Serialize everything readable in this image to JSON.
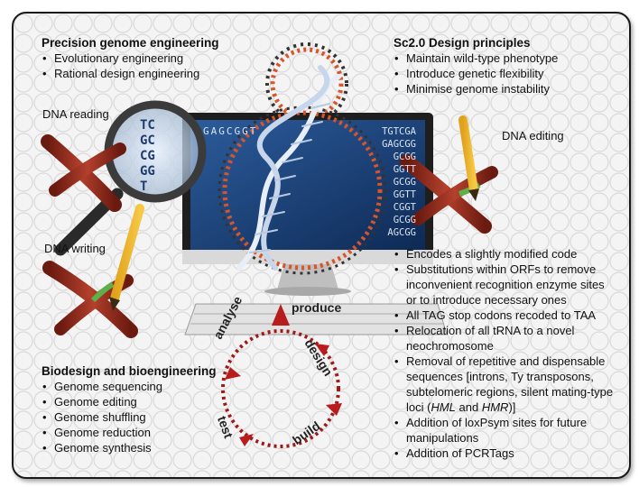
{
  "precision": {
    "title": "Precision genome engineering",
    "items": [
      "Evolutionary engineering",
      "Rational design engineering"
    ]
  },
  "sc20": {
    "title": "Sc2.0 Design principles",
    "items": [
      "Maintain wild-type phenotype",
      "Introduce genetic flexibility",
      "Minimise genome instability"
    ]
  },
  "labels": {
    "dna_reading": "DNA reading",
    "dna_editing": "DNA editing",
    "dna_writing": "DNA writing",
    "produce": "produce"
  },
  "biodesign": {
    "title": "Biodesign and bioengineering",
    "items": [
      "Genome sequencing",
      "Genome editing",
      "Genome shuffling",
      "Genome reduction",
      "Genome synthesis"
    ]
  },
  "features": {
    "items": [
      "Encodes a slightly modified code",
      "Substitutions within ORFs to remove inconvenient recognition enzyme sites or to introduce necessary ones",
      "All TAG stop codons recoded to TAA",
      "Relocation of all tRNA to a novel neochromosome",
      "Removal of repetitive and dispensable sequences [introns, Ty transposons, subtelomeric regions, silent mating-type loci (",
      "Addition of loxPsym sites for future manipulations",
      "Addition of PCRTags"
    ],
    "hml": "HML",
    "and": " and ",
    "hmr": "HMR",
    "close": ")]"
  },
  "cycle": {
    "analyse": "analyse",
    "design": "design",
    "build": "build",
    "test": "test"
  },
  "screen_bases": {
    "left_col": [
      "TC",
      "GC",
      "CG",
      "GG",
      "T"
    ],
    "top_row": "GAGCGGT",
    "right_col": [
      "TGTCGA",
      "GAGCGG",
      "GCGG",
      "GGTT",
      "GCGG",
      "GGTT",
      "CGGT",
      "GCGG",
      "AGCGG"
    ]
  }
}
